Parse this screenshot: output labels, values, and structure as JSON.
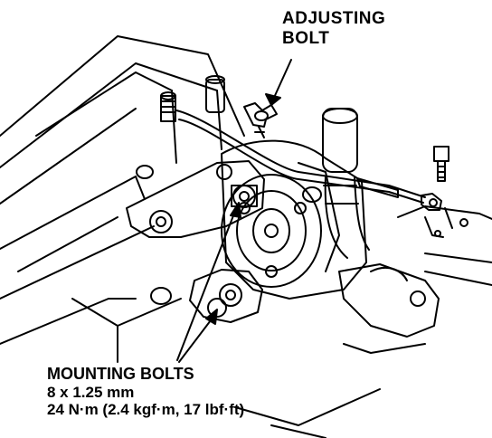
{
  "callouts": {
    "adjusting_bolt": {
      "line1": "ADJUSTING",
      "line2": "BOLT"
    },
    "mounting_bolts": {
      "title": "MOUNTING BOLTS",
      "size": "8 x 1.25 mm",
      "torque": "24 N·m (2.4 kgf·m, 17 lbf·ft)"
    }
  },
  "colors": {
    "ink": "#000000",
    "paper": "#ffffff"
  }
}
